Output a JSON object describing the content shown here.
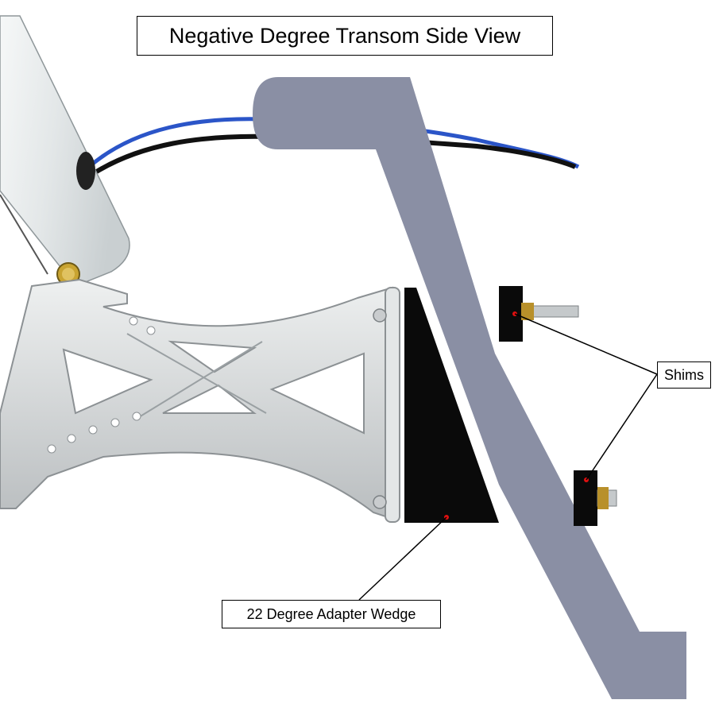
{
  "diagram": {
    "title": "Negative Degree Transom Side View",
    "labels": {
      "shims": "Shims",
      "wedge": "22 Degree Adapter Wedge"
    },
    "colors": {
      "transom": "#8a8fa4",
      "wedge_block": "#0a0a0a",
      "bracket": "#d8dadb",
      "tube": "#dfe3e4",
      "cable_blue": "#2b55c8",
      "cable_black": "#111111",
      "marker": "#e01010",
      "brass": "#b8902a"
    },
    "icons": [
      "motor-mount-bracket",
      "shaft-tube",
      "wiring-cable",
      "adapter-wedge",
      "shim",
      "bolt",
      "transom-profile"
    ]
  }
}
